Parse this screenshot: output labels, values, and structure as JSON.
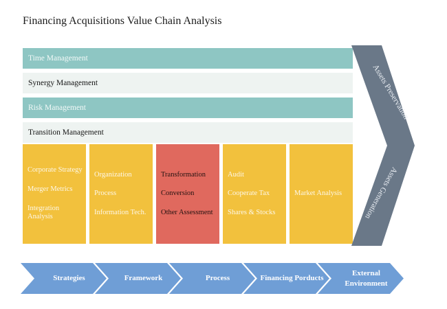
{
  "title": "Financing Acquisitions Value Chain Analysis",
  "palette": {
    "teal": "#8ec6c3",
    "light_row": "#eef3f1",
    "yellow": "#f2c13d",
    "red": "#e0695e",
    "slate_arrow": "#6a7888",
    "blue_arrow": "#6f9ed6",
    "background": "#ffffff"
  },
  "bars": [
    {
      "label": "Time Management",
      "variant": "teal"
    },
    {
      "label": "Synergy Management",
      "variant": "light"
    },
    {
      "label": "Risk Management",
      "variant": "teal"
    },
    {
      "label": "Transition Management",
      "variant": "light"
    }
  ],
  "columns": [
    {
      "variant": "yellow",
      "items": [
        "Corporate Strategy",
        "Merger Metrics",
        "Integration Analysis"
      ]
    },
    {
      "variant": "yellow",
      "items": [
        "Organization",
        "Process",
        "Information Tech."
      ]
    },
    {
      "variant": "red",
      "items": [
        "Transformation",
        "Conversion",
        "Other Assessment"
      ]
    },
    {
      "variant": "yellow",
      "items": [
        "Audit",
        "Cooperate Tax",
        "Shares & Stocks"
      ]
    },
    {
      "variant": "yellow",
      "items": [
        "Market Analysis"
      ]
    }
  ],
  "side_arrow": {
    "top_label": "Assets Preservation",
    "bottom_label": "Assets Generation"
  },
  "bottom_arrows": [
    {
      "label": "Strategies"
    },
    {
      "label": "Framework"
    },
    {
      "label": "Process"
    },
    {
      "label": "Financing Porducts"
    },
    {
      "label": "External Environment"
    }
  ]
}
